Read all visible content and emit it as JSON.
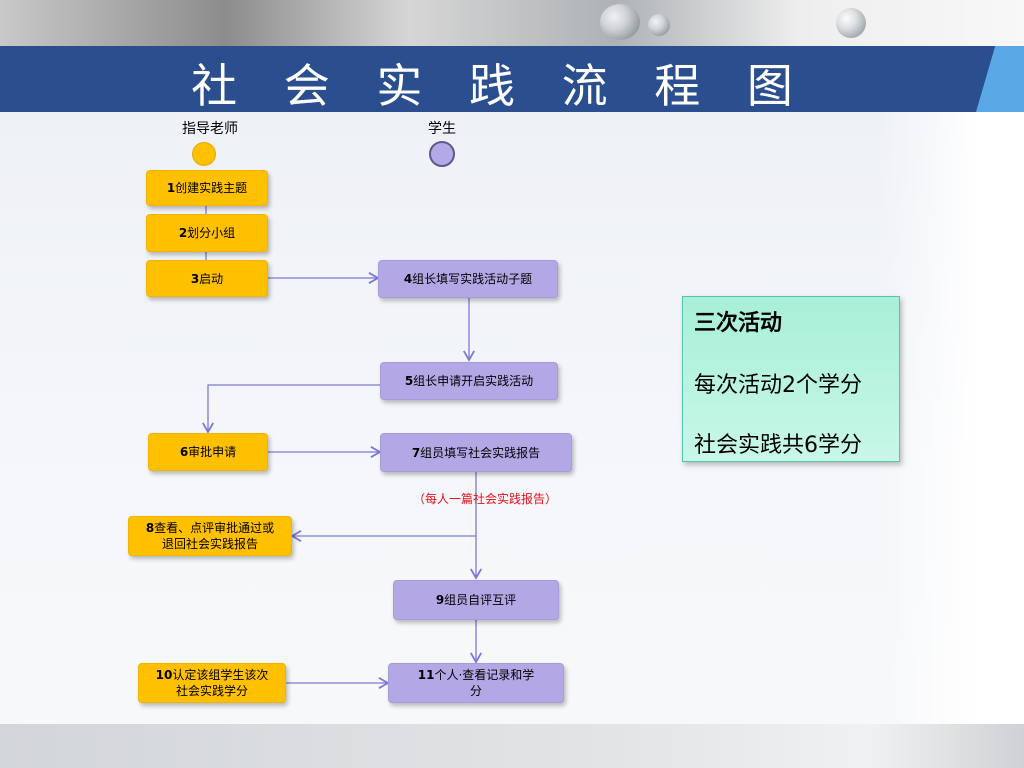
{
  "title": "社 会 实 践 流 程 图",
  "lanes": {
    "teacher": "指导老师",
    "student": "学生"
  },
  "steps": [
    {
      "id": "s1",
      "num": "1",
      "text": "创建实践主题"
    },
    {
      "id": "s2",
      "num": "2",
      "text": "划分小组"
    },
    {
      "id": "s3",
      "num": "3",
      "text": "启动"
    },
    {
      "id": "s4",
      "num": "4",
      "text": "组长填写实践活动子题"
    },
    {
      "id": "s5",
      "num": "5",
      "text": "组长申请开启实践活动"
    },
    {
      "id": "s6",
      "num": "6",
      "text": "审批申请"
    },
    {
      "id": "s7",
      "num": "7",
      "text": "组员填写社会实践报告"
    },
    {
      "id": "s8",
      "num": "8",
      "text": "查看、点评审批通过或退回社会实践报告"
    },
    {
      "id": "s9",
      "num": "9",
      "text": "组员自评互评"
    },
    {
      "id": "s10",
      "num": "10",
      "text": "认定该组学生该次社会实践学分"
    },
    {
      "id": "s11",
      "num": "11",
      "text": "个人·查看记录和学分"
    }
  ],
  "note": "（每人一篇社会实践报告）",
  "info": {
    "line1": "三次活动",
    "line2": "每次活动2个学分",
    "line3": "社会实践共6学分"
  },
  "colors": {
    "teacher": "#ffc000",
    "student": "#b4a7e6",
    "title_band": "#2b4f8e",
    "arrow": "#7b7bd6",
    "note": "#e8101a"
  }
}
